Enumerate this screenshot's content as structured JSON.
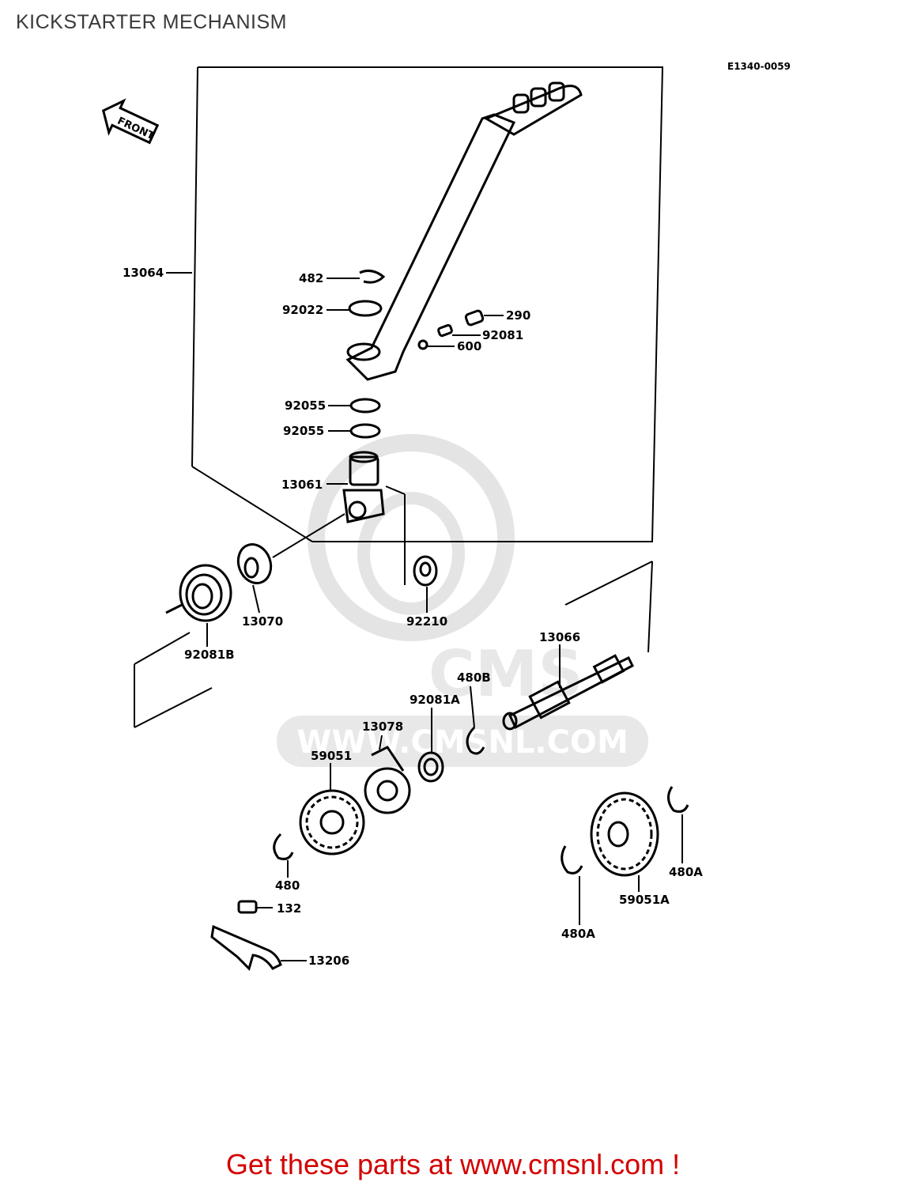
{
  "title": "KICKSTARTER MECHANISM",
  "diagram_code": "E1340-0059",
  "front_label": "FRONT",
  "watermark_text": "WWW.CMSNL.COM",
  "parts": {
    "p13064": "13064",
    "p482": "482",
    "p92022": "92022",
    "p290": "290",
    "p92081": "92081",
    "p600": "600",
    "p92055a": "92055",
    "p92055b": "92055",
    "p13061": "13061",
    "p13070": "13070",
    "p92081b": "92081B",
    "p92210": "92210",
    "p13066": "13066",
    "p480b": "480B",
    "p92081a": "92081A",
    "p13078": "13078",
    "p59051": "59051",
    "p480": "480",
    "p132": "132",
    "p13206": "13206",
    "p480a_right": "480A",
    "p59051a": "59051A",
    "p480a_bottom": "480A"
  },
  "footer": "Get these parts at www.cmsnl.com !"
}
